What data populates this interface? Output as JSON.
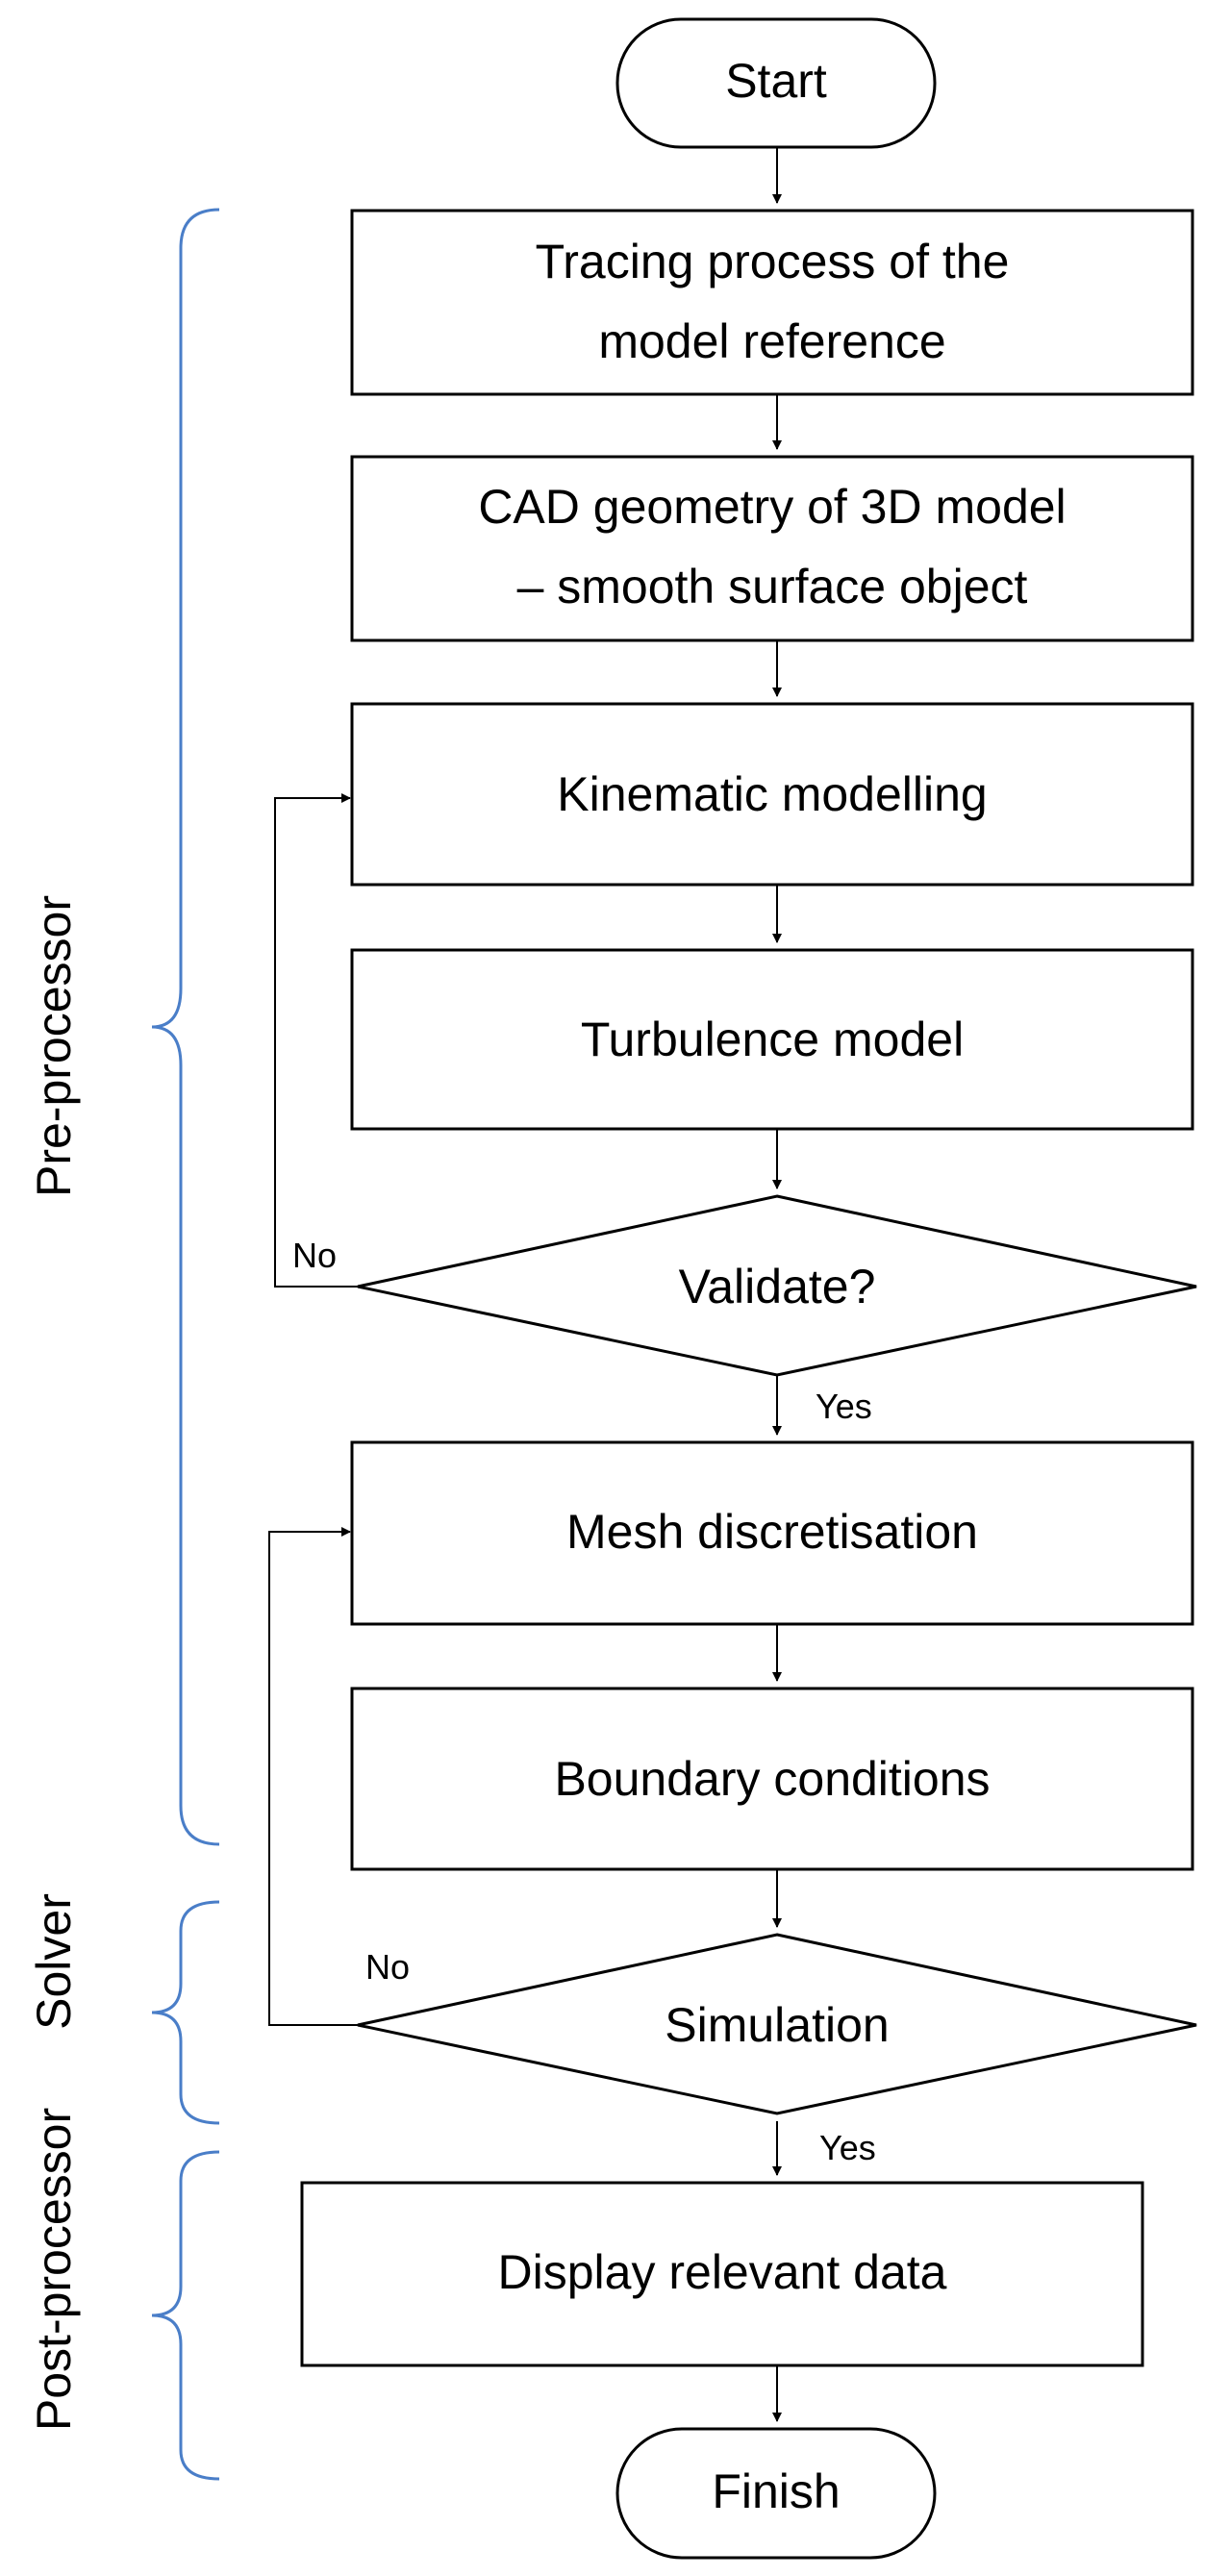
{
  "colors": {
    "stroke": "#000000",
    "text": "#000000",
    "brace": "#4a7ec8",
    "background": "#ffffff"
  },
  "nodes": {
    "start": "Start",
    "tracing_line1": "Tracing process of the",
    "tracing_line2": "model reference",
    "cad_line1": "CAD geometry of 3D model",
    "cad_line2": "– smooth surface object",
    "kinematic": "Kinematic modelling",
    "turbulence": "Turbulence  model",
    "validate": "Validate?",
    "mesh": "Mesh discretisation",
    "boundary": "Boundary conditions",
    "simulation": "Simulation",
    "display": "Display relevant data",
    "finish": "Finish"
  },
  "edge_labels": {
    "validate_no": "No",
    "validate_yes": "Yes",
    "simulation_no": "No",
    "simulation_yes": "Yes"
  },
  "stages": {
    "pre_processor": "Pre-processor",
    "solver": "Solver",
    "post_processor": "Post-processor"
  }
}
